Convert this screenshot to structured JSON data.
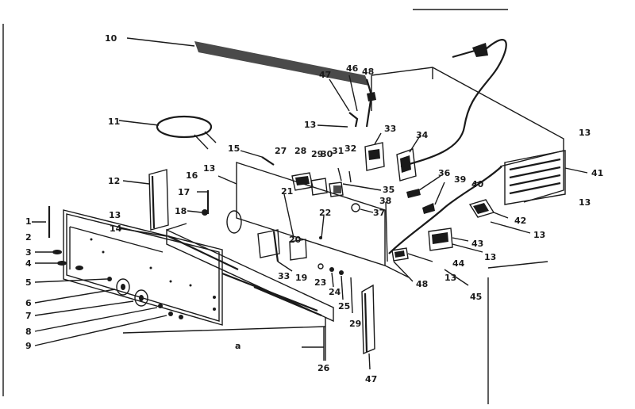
{
  "callouts": [
    "1",
    "2",
    "3",
    "4",
    "5",
    "6",
    "7",
    "8",
    "9",
    "10",
    "11",
    "12",
    "13",
    "14",
    "15",
    "16",
    "17",
    "18",
    "19",
    "20",
    "21",
    "22",
    "23",
    "24",
    "25",
    "26",
    "27",
    "28",
    "29",
    "30",
    "31",
    "32",
    "33",
    "34",
    "35",
    "36",
    "37",
    "38",
    "39",
    "40",
    "41",
    "42",
    "43",
    "44",
    "45",
    "46",
    "47",
    "48"
  ],
  "footer_mark": "a"
}
